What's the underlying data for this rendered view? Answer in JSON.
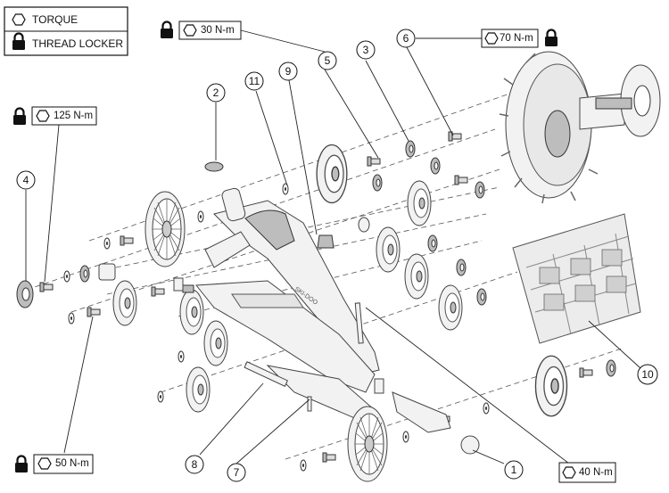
{
  "legend": {
    "torque_label": "TORQUE",
    "thread_locker_label": "THREAD LOCKER"
  },
  "torque_callouts": {
    "t30": "30 N-m",
    "t70": "70 N-m",
    "t125": "125 N-m",
    "t50": "50 N-m",
    "t40": "40 N-m"
  },
  "callouts": [
    "1",
    "2",
    "3",
    "4",
    "5",
    "6",
    "7",
    "8",
    "9",
    "10",
    "11"
  ],
  "colors": {
    "line": "#222222",
    "part_fill": "#f2f2f2",
    "part_dark": "#bdbdbd"
  },
  "icons": [
    "hexagon-torque-icon",
    "padlock-thread-locker-icon"
  ]
}
